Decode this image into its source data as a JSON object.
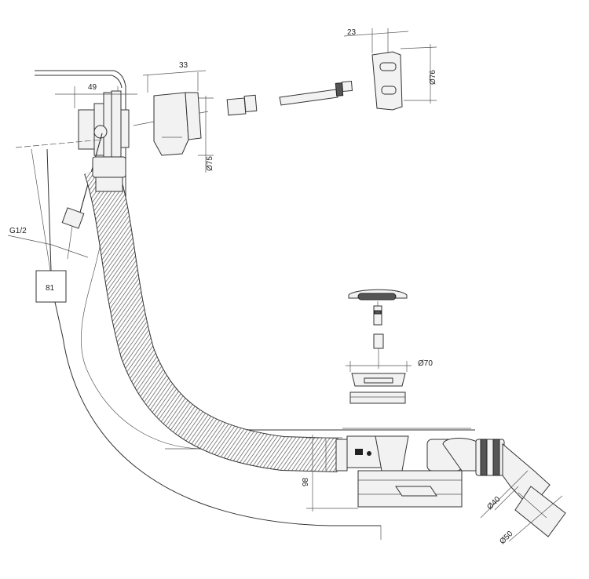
{
  "dimensions": {
    "d23": "23",
    "d76": "Ø76",
    "d33": "33",
    "d49": "49",
    "d75": "Ø75",
    "g12": "G1/2",
    "d81": "81",
    "d70": "Ø70",
    "d98": "98",
    "d40": "Ø40",
    "d50": "Ø50"
  }
}
